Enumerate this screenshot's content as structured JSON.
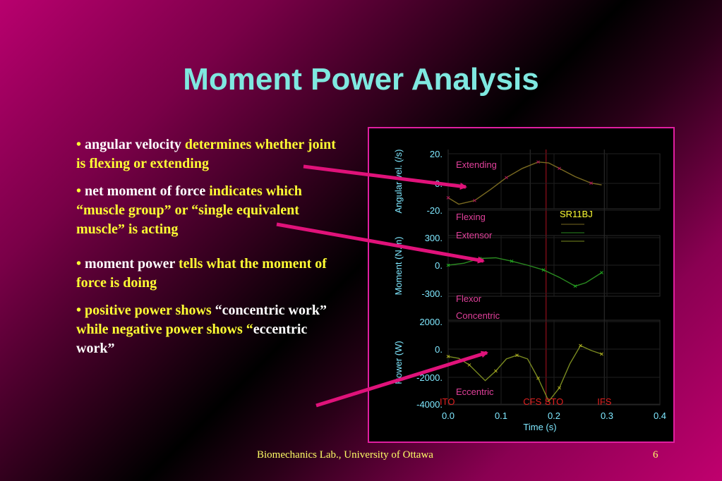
{
  "slide": {
    "title": "Moment Power Analysis",
    "footer_text": "Biomechanics Lab., University of Ottawa",
    "page_number": "6"
  },
  "bullets": [
    {
      "parts": [
        {
          "text": "• ",
          "color": "yellow"
        },
        {
          "text": "angular velocity ",
          "color": "white"
        },
        {
          "text": "determines whether joint is flexing or extending",
          "color": "yellow"
        }
      ]
    },
    {
      "parts": [
        {
          "text": "• ",
          "color": "yellow"
        },
        {
          "text": "net moment of force ",
          "color": "white"
        },
        {
          "text": "indicates which “muscle group” or “single equivalent muscle” is acting",
          "color": "yellow"
        }
      ]
    },
    {
      "parts": [
        {
          "text": "• ",
          "color": "yellow"
        },
        {
          "text": "moment power ",
          "color": "white"
        },
        {
          "text": "tells what the moment of force is doing",
          "color": "yellow"
        }
      ]
    },
    {
      "parts": [
        {
          "text": "• ",
          "color": "yellow"
        },
        {
          "text": "positive power shows ",
          "color": "yellow"
        },
        {
          "text": "“concentric work” ",
          "color": "white"
        },
        {
          "text": "while negative power shows “",
          "color": "yellow"
        },
        {
          "text": "eccentric work”",
          "color": "white"
        }
      ]
    }
  ],
  "colors": {
    "accent": "#e01ea0",
    "title": "#7fe8e0",
    "text_yellow": "#ffff33",
    "text_white": "#ffffff",
    "arrow": "#e0127a"
  },
  "chart_data": [
    {
      "type": "line",
      "ylabel": "Angular vel. (/s)",
      "yticks": [
        "20.",
        "0.",
        "-20."
      ],
      "ylim": [
        -30,
        30
      ],
      "annotations": [
        "Extending",
        "Flexing"
      ],
      "legend": "SR11BJ",
      "series": [
        {
          "x": [
            0.0,
            0.02,
            0.05,
            0.08,
            0.11,
            0.14,
            0.17,
            0.19,
            0.21,
            0.24,
            0.27,
            0.29
          ],
          "values": [
            -18,
            -25,
            -21,
            -9,
            4,
            14,
            21,
            20,
            14,
            5,
            -2,
            -4
          ]
        }
      ]
    },
    {
      "type": "line",
      "ylabel": "Moment (N.m)",
      "yticks": [
        "300.",
        "0.",
        "-300."
      ],
      "ylim": [
        -450,
        450
      ],
      "annotations": [
        "Extensor",
        "Flexor"
      ],
      "series": [
        {
          "x": [
            0.0,
            0.03,
            0.06,
            0.09,
            0.12,
            0.15,
            0.18,
            0.21,
            0.24,
            0.26,
            0.29
          ],
          "values": [
            10,
            40,
            110,
            120,
            70,
            10,
            -60,
            -170,
            -300,
            -250,
            -100
          ]
        }
      ]
    },
    {
      "type": "line",
      "ylabel": "Power (W)",
      "yticks": [
        "2000.",
        "0.",
        "-2000.",
        "-4000."
      ],
      "ylim": [
        -4000,
        3000
      ],
      "annotations": [
        "Concentric",
        "Eccentric"
      ],
      "xlabel": "Time (s)",
      "xticks": [
        "0.0",
        "0.1",
        "0.2",
        "0.3",
        "0.4"
      ],
      "events": [
        {
          "label": "ITO",
          "x": 0.0
        },
        {
          "label": "CFS",
          "x": 0.155
        },
        {
          "label": "STO",
          "x": 0.185
        },
        {
          "label": "IFS",
          "x": 0.295
        }
      ],
      "series": [
        {
          "x": [
            0.0,
            0.02,
            0.04,
            0.07,
            0.09,
            0.11,
            0.13,
            0.15,
            0.17,
            0.19,
            0.21,
            0.23,
            0.25,
            0.27,
            0.29
          ],
          "values": [
            0,
            -150,
            -700,
            -2000,
            -1200,
            -200,
            100,
            -200,
            -1800,
            -3700,
            -2600,
            -600,
            900,
            500,
            200
          ]
        }
      ]
    }
  ]
}
